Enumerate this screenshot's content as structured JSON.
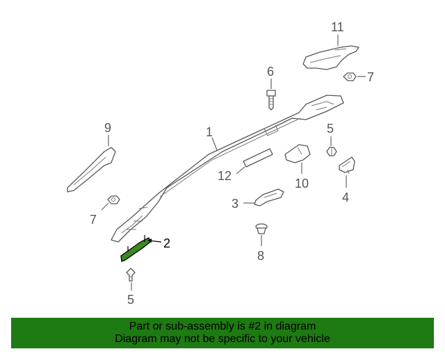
{
  "callouts": [
    {
      "id": "c1",
      "label": "1"
    },
    {
      "id": "c2",
      "label": "2"
    },
    {
      "id": "c3",
      "label": "3"
    },
    {
      "id": "c4",
      "label": "4"
    },
    {
      "id": "c5a",
      "label": "5"
    },
    {
      "id": "c5b",
      "label": "5"
    },
    {
      "id": "c6",
      "label": "6"
    },
    {
      "id": "c7a",
      "label": "7"
    },
    {
      "id": "c7b",
      "label": "7"
    },
    {
      "id": "c8",
      "label": "8"
    },
    {
      "id": "c9",
      "label": "9"
    },
    {
      "id": "c10",
      "label": "10"
    },
    {
      "id": "c11",
      "label": "11"
    },
    {
      "id": "c12",
      "label": "12"
    }
  ],
  "highlighted_part": "2",
  "colors": {
    "highlight_part": "#3a8a1f",
    "banner": "#1e7a12"
  },
  "banner": {
    "line1": "Part or sub-assembly is #2 in diagram",
    "line2": "Diagram may not be specific to your vehicle"
  }
}
